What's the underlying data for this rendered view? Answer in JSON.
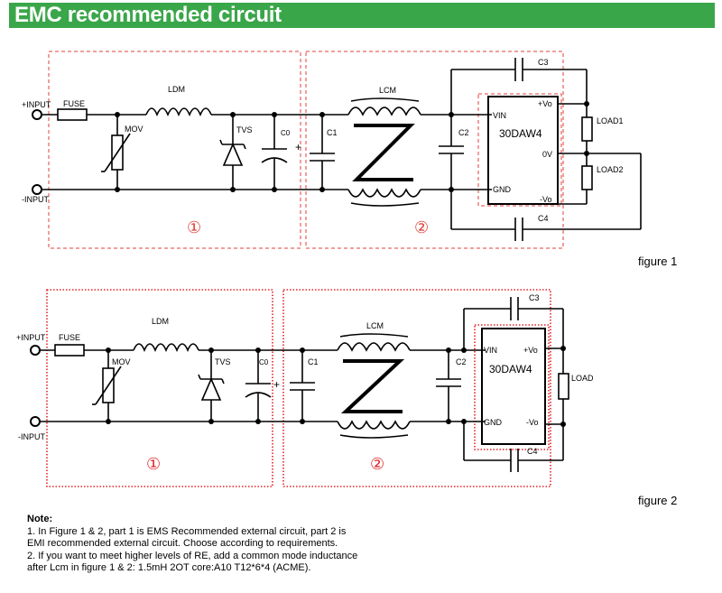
{
  "header": {
    "title": "EMC recommended circuit"
  },
  "figure1": {
    "caption": "figure 1",
    "plus_input": "+INPUT",
    "minus_input": "-INPUT",
    "fuse": "FUSE",
    "ldm": "LDM",
    "mov": "MOV",
    "tvs": "TVS",
    "c0": "C0",
    "plus_sign": "+",
    "c1": "C1",
    "lcm": "LCM",
    "c2": "C2",
    "c3": "C3",
    "c4": "C4",
    "vin": "VIN",
    "gnd": "GND",
    "plus_vo": "+Vo",
    "zero_v": "0V",
    "minus_vo": "-Vo",
    "module": "30DAW4",
    "load1": "LOAD1",
    "load2": "LOAD2",
    "part1": "①",
    "part2": "②"
  },
  "figure2": {
    "caption": "figure 2",
    "plus_input": "+INPUT",
    "minus_input": "-INPUT",
    "fuse": "FUSE",
    "ldm": "LDM",
    "mov": "MOV",
    "tvs": "TVS",
    "c0": "C0",
    "plus_sign": "+",
    "c1": "C1",
    "lcm": "LCM",
    "c2": "C2",
    "c3": "C3",
    "c4": "C4",
    "vin": "VIN",
    "gnd": "GND",
    "plus_vo": "+Vo",
    "minus_vo": "-Vo",
    "module": "30DAW4",
    "load": "LOAD",
    "part1": "①",
    "part2": "②"
  },
  "notes": {
    "title": "Note:",
    "line1": "1. In Figure 1 & 2, part 1 is EMS Recommended external circuit, part 2 is",
    "line2": "EMI recommended external circuit. Choose according to requirements.",
    "line3": "2. If you want to meet higher levels of RE, add a common mode inductance",
    "line4": "after Lcm in figure 1 & 2: 1.5mH 2OT core:A10 T12*6*4 (ACME)."
  },
  "colors": {
    "header_bg": "#3aa64a",
    "dash_red": "#e0413a",
    "dot_red": "#e0252a"
  }
}
